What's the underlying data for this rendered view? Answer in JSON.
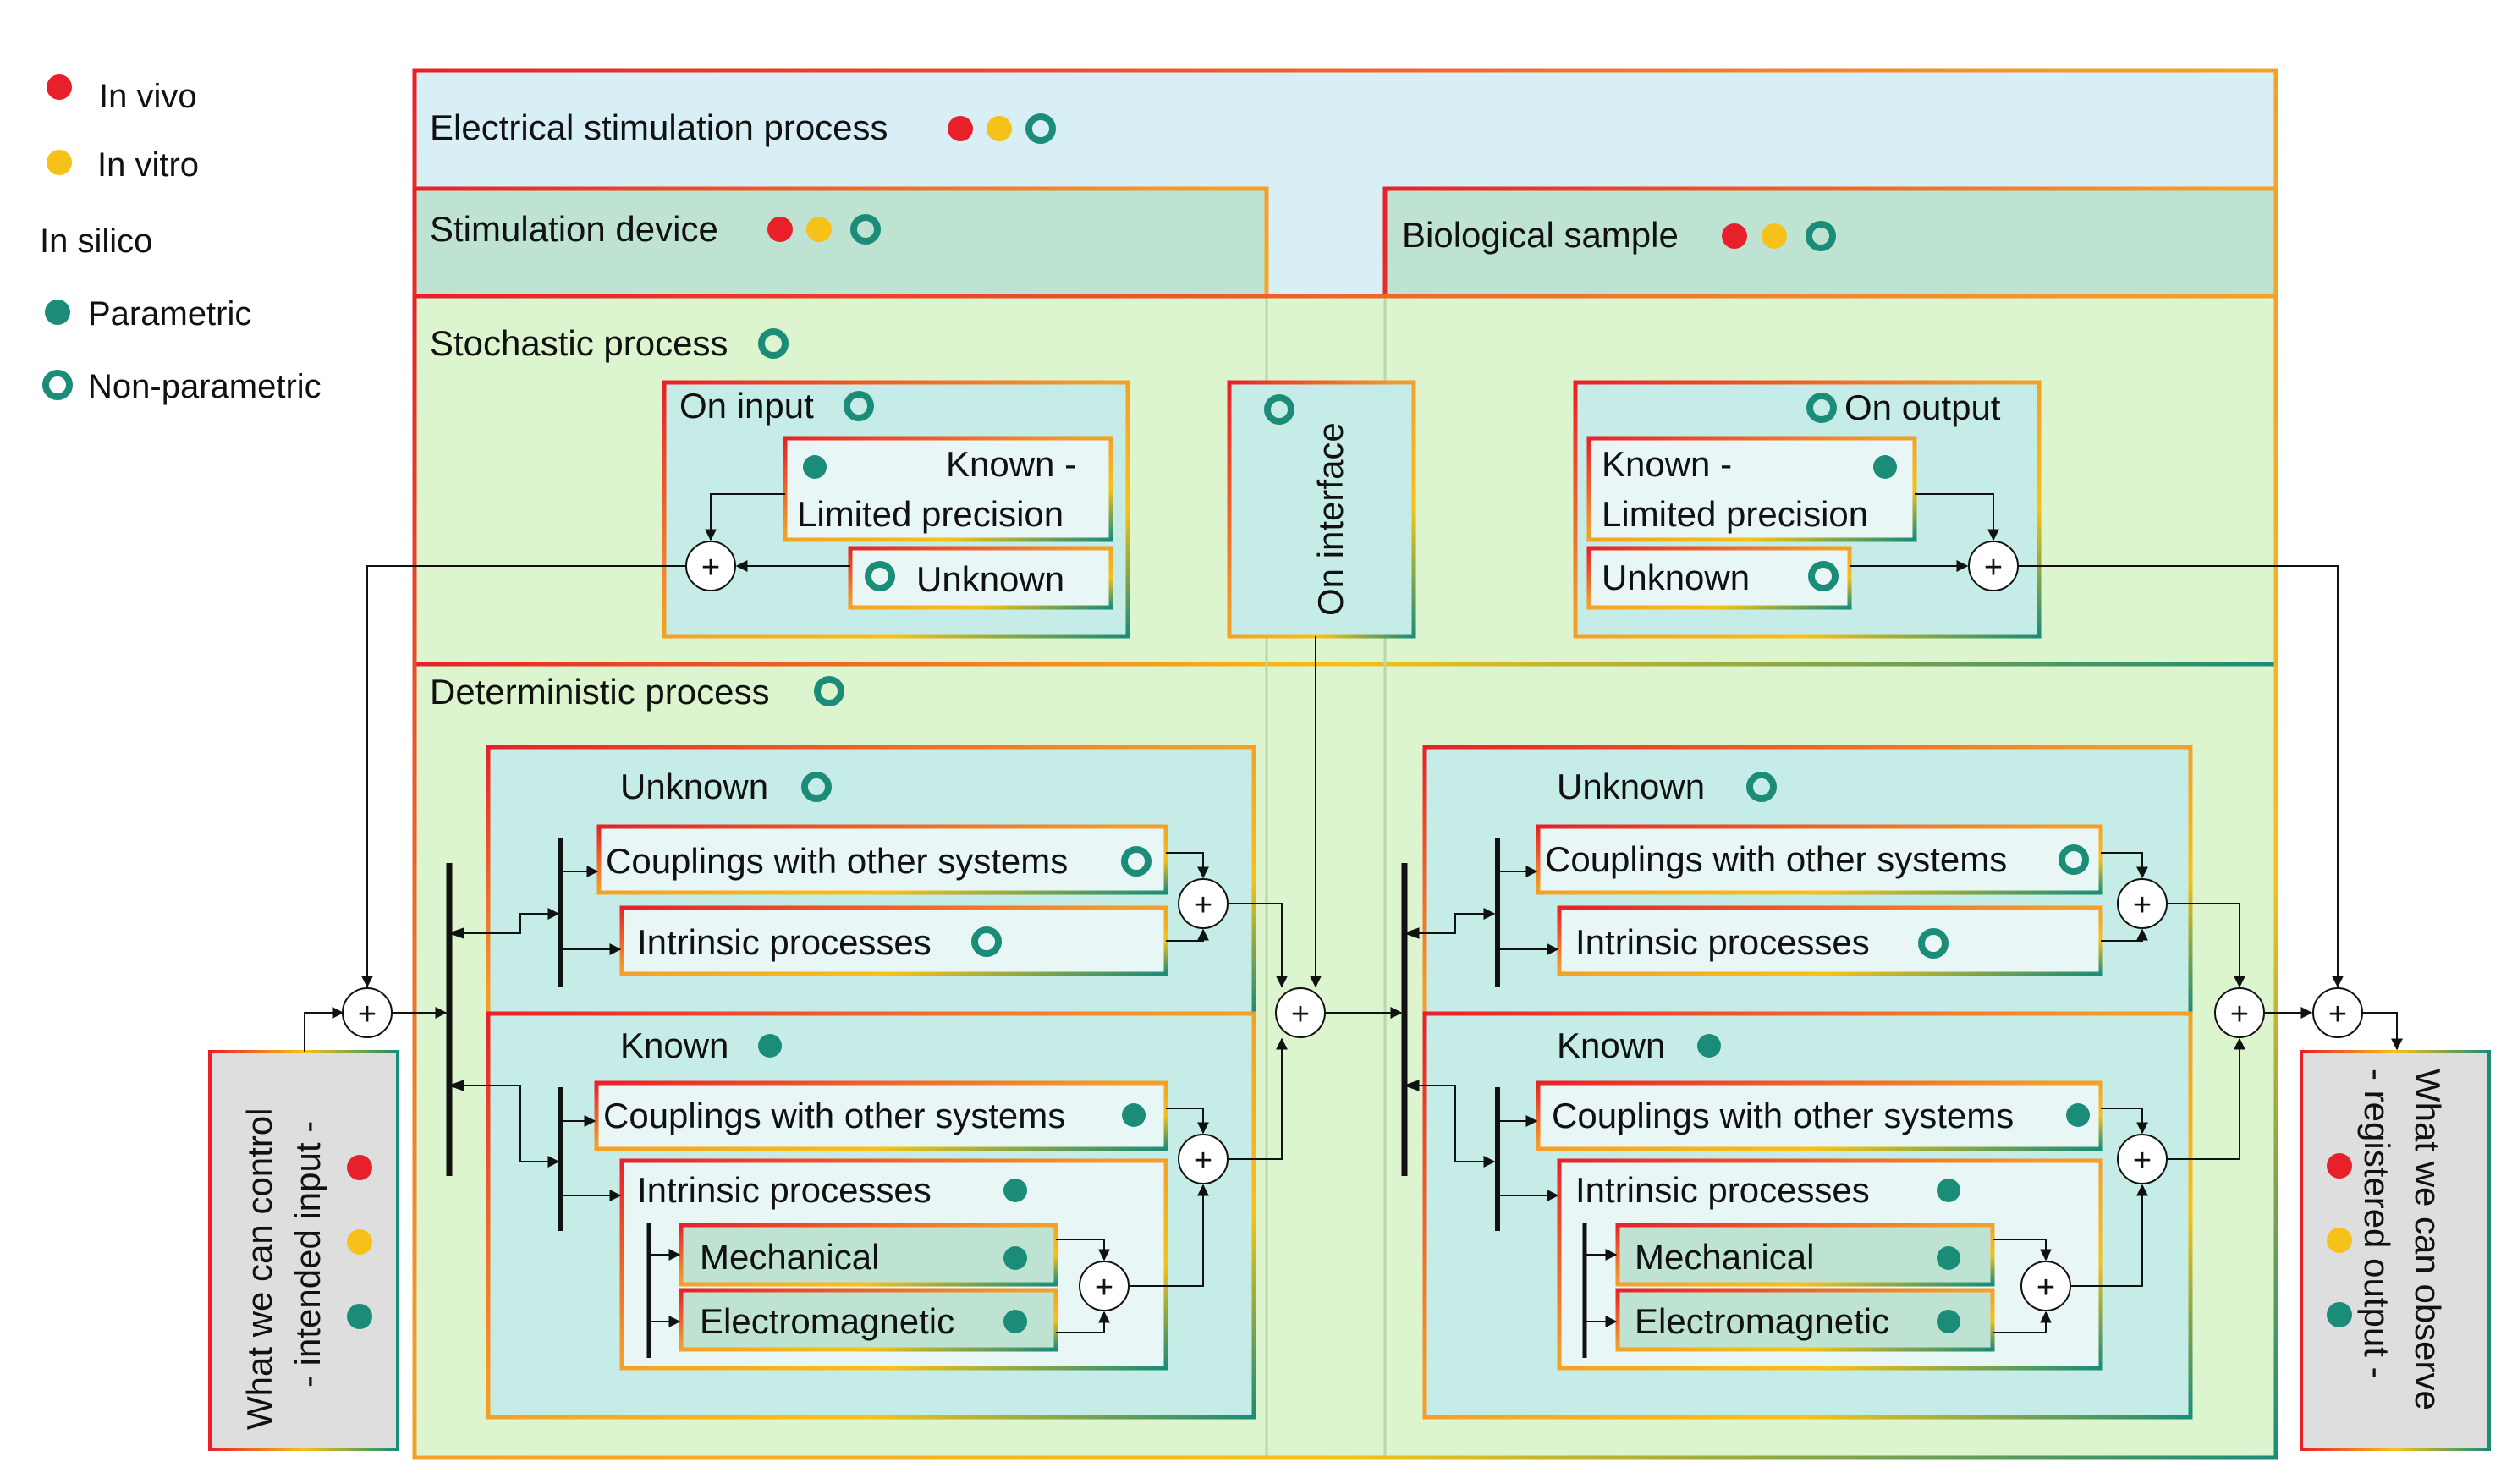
{
  "colors": {
    "red": "#e8202a",
    "yellow": "#f6c118",
    "teal": "#1a8c78",
    "outer_bg": "#d7eff5",
    "device_bg": "#bfe3d2",
    "stoch_bg": "#ddf5cf",
    "inner_bg": "#c6ece7",
    "light_box_bg": "#e8f6f6",
    "io_bg": "#dedede"
  },
  "legend": {
    "in_vivo": "In vivo",
    "in_vitro": "In vitro",
    "in_silico": "In silico",
    "parametric": "Parametric",
    "non_parametric": "Non-parametric"
  },
  "outer": {
    "title": "Electrical stimulation process"
  },
  "device": {
    "title": "Stimulation device"
  },
  "sample": {
    "title": "Biological sample"
  },
  "stochastic": {
    "title": "Stochastic process",
    "on_input": "On input",
    "on_output": "On output",
    "on_interface": "On interface",
    "known_line1": "Known -",
    "known_line2": "Limited precision",
    "unknown": "Unknown"
  },
  "deterministic": {
    "title": "Deterministic process",
    "unknown": "Unknown",
    "known": "Known",
    "couplings": "Couplings with other systems",
    "intrinsic": "Intrinsic processes",
    "mechanical": "Mechanical",
    "electromagnetic": "Electromagnetic"
  },
  "input": {
    "line1": "What we can control",
    "line2": "- intended input -"
  },
  "output": {
    "line1": "What we can observe",
    "line2": "- registered output -"
  },
  "sum_symbol": "+"
}
